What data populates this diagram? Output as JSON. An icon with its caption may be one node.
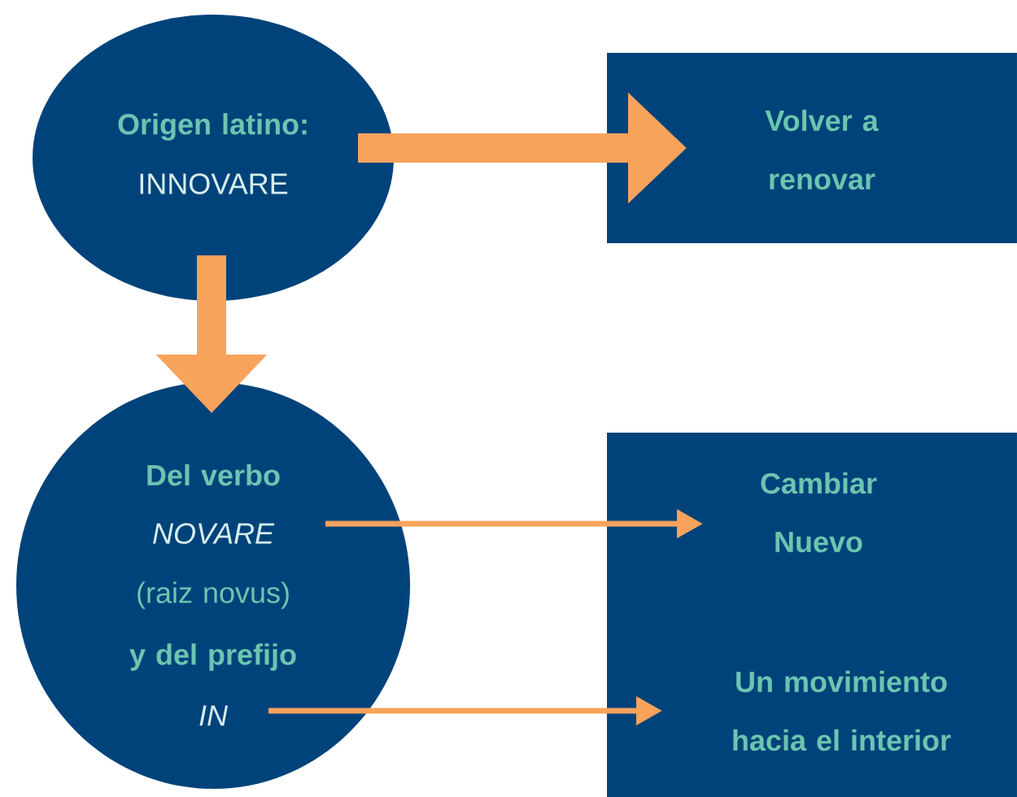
{
  "diagram": {
    "nodes": [
      {
        "text": [
          "Origen latino:",
          "INNOVARE"
        ]
      },
      {
        "text": [
          "Volver a renovar"
        ]
      },
      {
        "text": [
          "Del verbo",
          "NOVARE",
          "(raiz novus)",
          "y del prefijo",
          "IN"
        ]
      },
      {
        "text": [],
        "shape": "box"
      },
      {
        "text": [
          "Cambiar Nuevo"
        ],
        "in": 3
      },
      {
        "text": [
          "Un movimiento hacia el interior"
        ],
        "in": 3
      }
    ],
    "edges": [
      {
        "from": 0,
        "to": 1,
        "arrow": "to",
        "style": "thick"
      },
      {
        "from": 0,
        "to": 2,
        "arrow": "to",
        "style": "thick"
      },
      {
        "from": 2,
        "to": 4,
        "arrow": "to"
      },
      {
        "from": 2,
        "to": 5,
        "arrow": "to"
      }
    ]
  }
}
